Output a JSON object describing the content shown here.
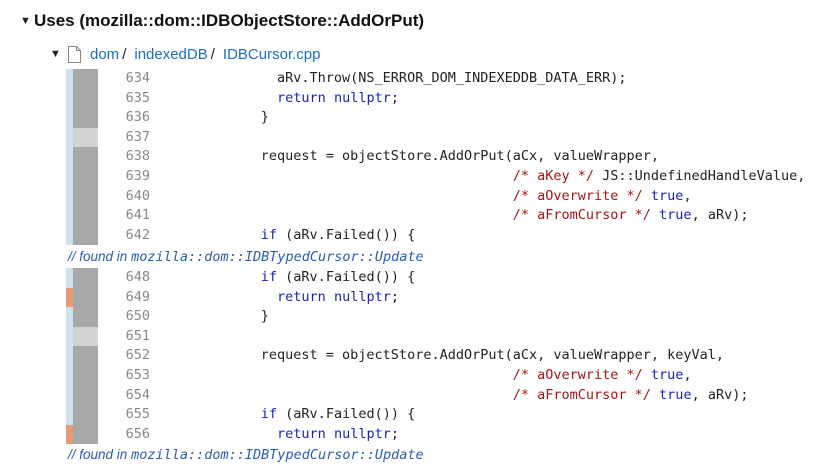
{
  "section": {
    "title": "Uses (mozilla::dom::IDBObjectStore::AddOrPut)"
  },
  "file": {
    "path": [
      "dom",
      "indexedDB",
      "IDBCursor.cpp"
    ],
    "separator": "/"
  },
  "colors": {
    "link": "#1a6fc4",
    "keyword": "#1a23b8",
    "comment": "#a51515",
    "blame_blue": "#cde4ef",
    "blame_gray": "#a8a8a8",
    "blame_orange": "#ea9a73"
  },
  "blocks": [
    {
      "lines": [
        {
          "num": "634",
          "style": "",
          "segs": [
            [
              "",
              "        aRv.Throw(NS_ERROR_DOM_INDEXEDDB_DATA_ERR);"
            ]
          ]
        },
        {
          "num": "635",
          "style": "",
          "segs": [
            [
              "",
              "        "
            ],
            [
              "kw",
              "return"
            ],
            [
              "",
              " "
            ],
            [
              "kw",
              "nullptr"
            ],
            [
              "",
              ";"
            ]
          ]
        },
        {
          "num": "636",
          "style": "",
          "segs": [
            [
              "",
              "      }"
            ]
          ]
        },
        {
          "num": "637",
          "style": "blank",
          "segs": [
            [
              "",
              ""
            ]
          ]
        },
        {
          "num": "638",
          "style": "",
          "segs": [
            [
              "",
              "      request = objectStore.AddOrPut(aCx, valueWrapper,"
            ]
          ]
        },
        {
          "num": "639",
          "style": "",
          "segs": [
            [
              "",
              "                                     "
            ],
            [
              "cm",
              "/* aKey */"
            ],
            [
              "",
              " JS::UndefinedHandleValue,"
            ]
          ]
        },
        {
          "num": "640",
          "style": "",
          "segs": [
            [
              "",
              "                                     "
            ],
            [
              "cm",
              "/* aOverwrite */"
            ],
            [
              "",
              " "
            ],
            [
              "kw",
              "true"
            ],
            [
              "",
              ","
            ]
          ]
        },
        {
          "num": "641",
          "style": "",
          "segs": [
            [
              "",
              "                                     "
            ],
            [
              "cm",
              "/* aFromCursor */"
            ],
            [
              "",
              " "
            ],
            [
              "kw",
              "true"
            ],
            [
              "",
              ", aRv);"
            ]
          ]
        },
        {
          "num": "642",
          "style": "",
          "segs": [
            [
              "",
              "      "
            ],
            [
              "kw",
              "if"
            ],
            [
              "",
              " (aRv.Failed()) {"
            ]
          ]
        }
      ],
      "found_prefix": "// found in",
      "found_fn": "mozilla::dom::IDBTypedCursor::Update"
    },
    {
      "lines": [
        {
          "num": "648",
          "style": "",
          "segs": [
            [
              "",
              "      "
            ],
            [
              "kw",
              "if"
            ],
            [
              "",
              " (aRv.Failed()) {"
            ]
          ]
        },
        {
          "num": "649",
          "style": "orange",
          "segs": [
            [
              "",
              "        "
            ],
            [
              "kw",
              "return"
            ],
            [
              "",
              " "
            ],
            [
              "kw",
              "nullptr"
            ],
            [
              "",
              ";"
            ]
          ]
        },
        {
          "num": "650",
          "style": "",
          "segs": [
            [
              "",
              "      }"
            ]
          ]
        },
        {
          "num": "651",
          "style": "blank",
          "segs": [
            [
              "",
              ""
            ]
          ]
        },
        {
          "num": "652",
          "style": "",
          "segs": [
            [
              "",
              "      request = objectStore.AddOrPut(aCx, valueWrapper, keyVal,"
            ]
          ]
        },
        {
          "num": "653",
          "style": "",
          "segs": [
            [
              "",
              "                                     "
            ],
            [
              "cm",
              "/* aOverwrite */"
            ],
            [
              "",
              " "
            ],
            [
              "kw",
              "true"
            ],
            [
              "",
              ","
            ]
          ]
        },
        {
          "num": "654",
          "style": "",
          "segs": [
            [
              "",
              "                                     "
            ],
            [
              "cm",
              "/* aFromCursor */"
            ],
            [
              "",
              " "
            ],
            [
              "kw",
              "true"
            ],
            [
              "",
              ", aRv);"
            ]
          ]
        },
        {
          "num": "655",
          "style": "",
          "segs": [
            [
              "",
              "      "
            ],
            [
              "kw",
              "if"
            ],
            [
              "",
              " (aRv.Failed()) {"
            ]
          ]
        },
        {
          "num": "656",
          "style": "orange",
          "segs": [
            [
              "",
              "        "
            ],
            [
              "kw",
              "return"
            ],
            [
              "",
              " "
            ],
            [
              "kw",
              "nullptr"
            ],
            [
              "",
              ";"
            ]
          ]
        }
      ],
      "found_prefix": "// found in",
      "found_fn": "mozilla::dom::IDBTypedCursor::Update"
    }
  ]
}
